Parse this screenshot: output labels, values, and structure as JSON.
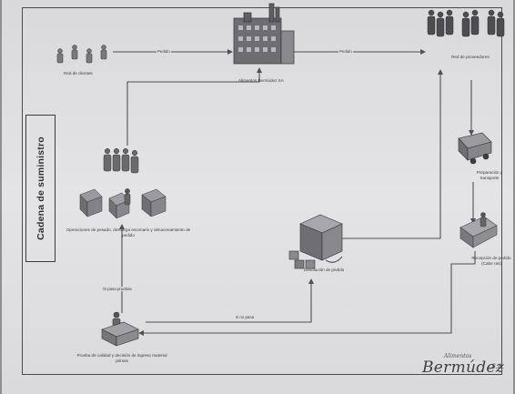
{
  "diagram": {
    "side_title": "Cadena de suministro",
    "nodes": {
      "clientes": "Red de clientes",
      "empresa": "Alimentos Bermúdez SA",
      "proveedores": "Red de proveedores",
      "preparacion": "Preparación y transporte",
      "recepcion": "Recepción de pedido (Cabe ras)",
      "devolucion": "Devolución de pedido",
      "prueba": "Prueba de calidad y decisión de ingreso material primas",
      "operaciones": "Operaciones de pesado, descarga escenario y almacenamiento de pedido"
    },
    "edges": {
      "pedido_1": "Pedido",
      "pedido_2": "Pedido",
      "si_pasa": "Si pasa pruebas",
      "no_pasa": "si no pasa"
    }
  },
  "brand": {
    "small": "Alimentos",
    "name": "Bermúdez",
    "suffix": "S.A."
  }
}
